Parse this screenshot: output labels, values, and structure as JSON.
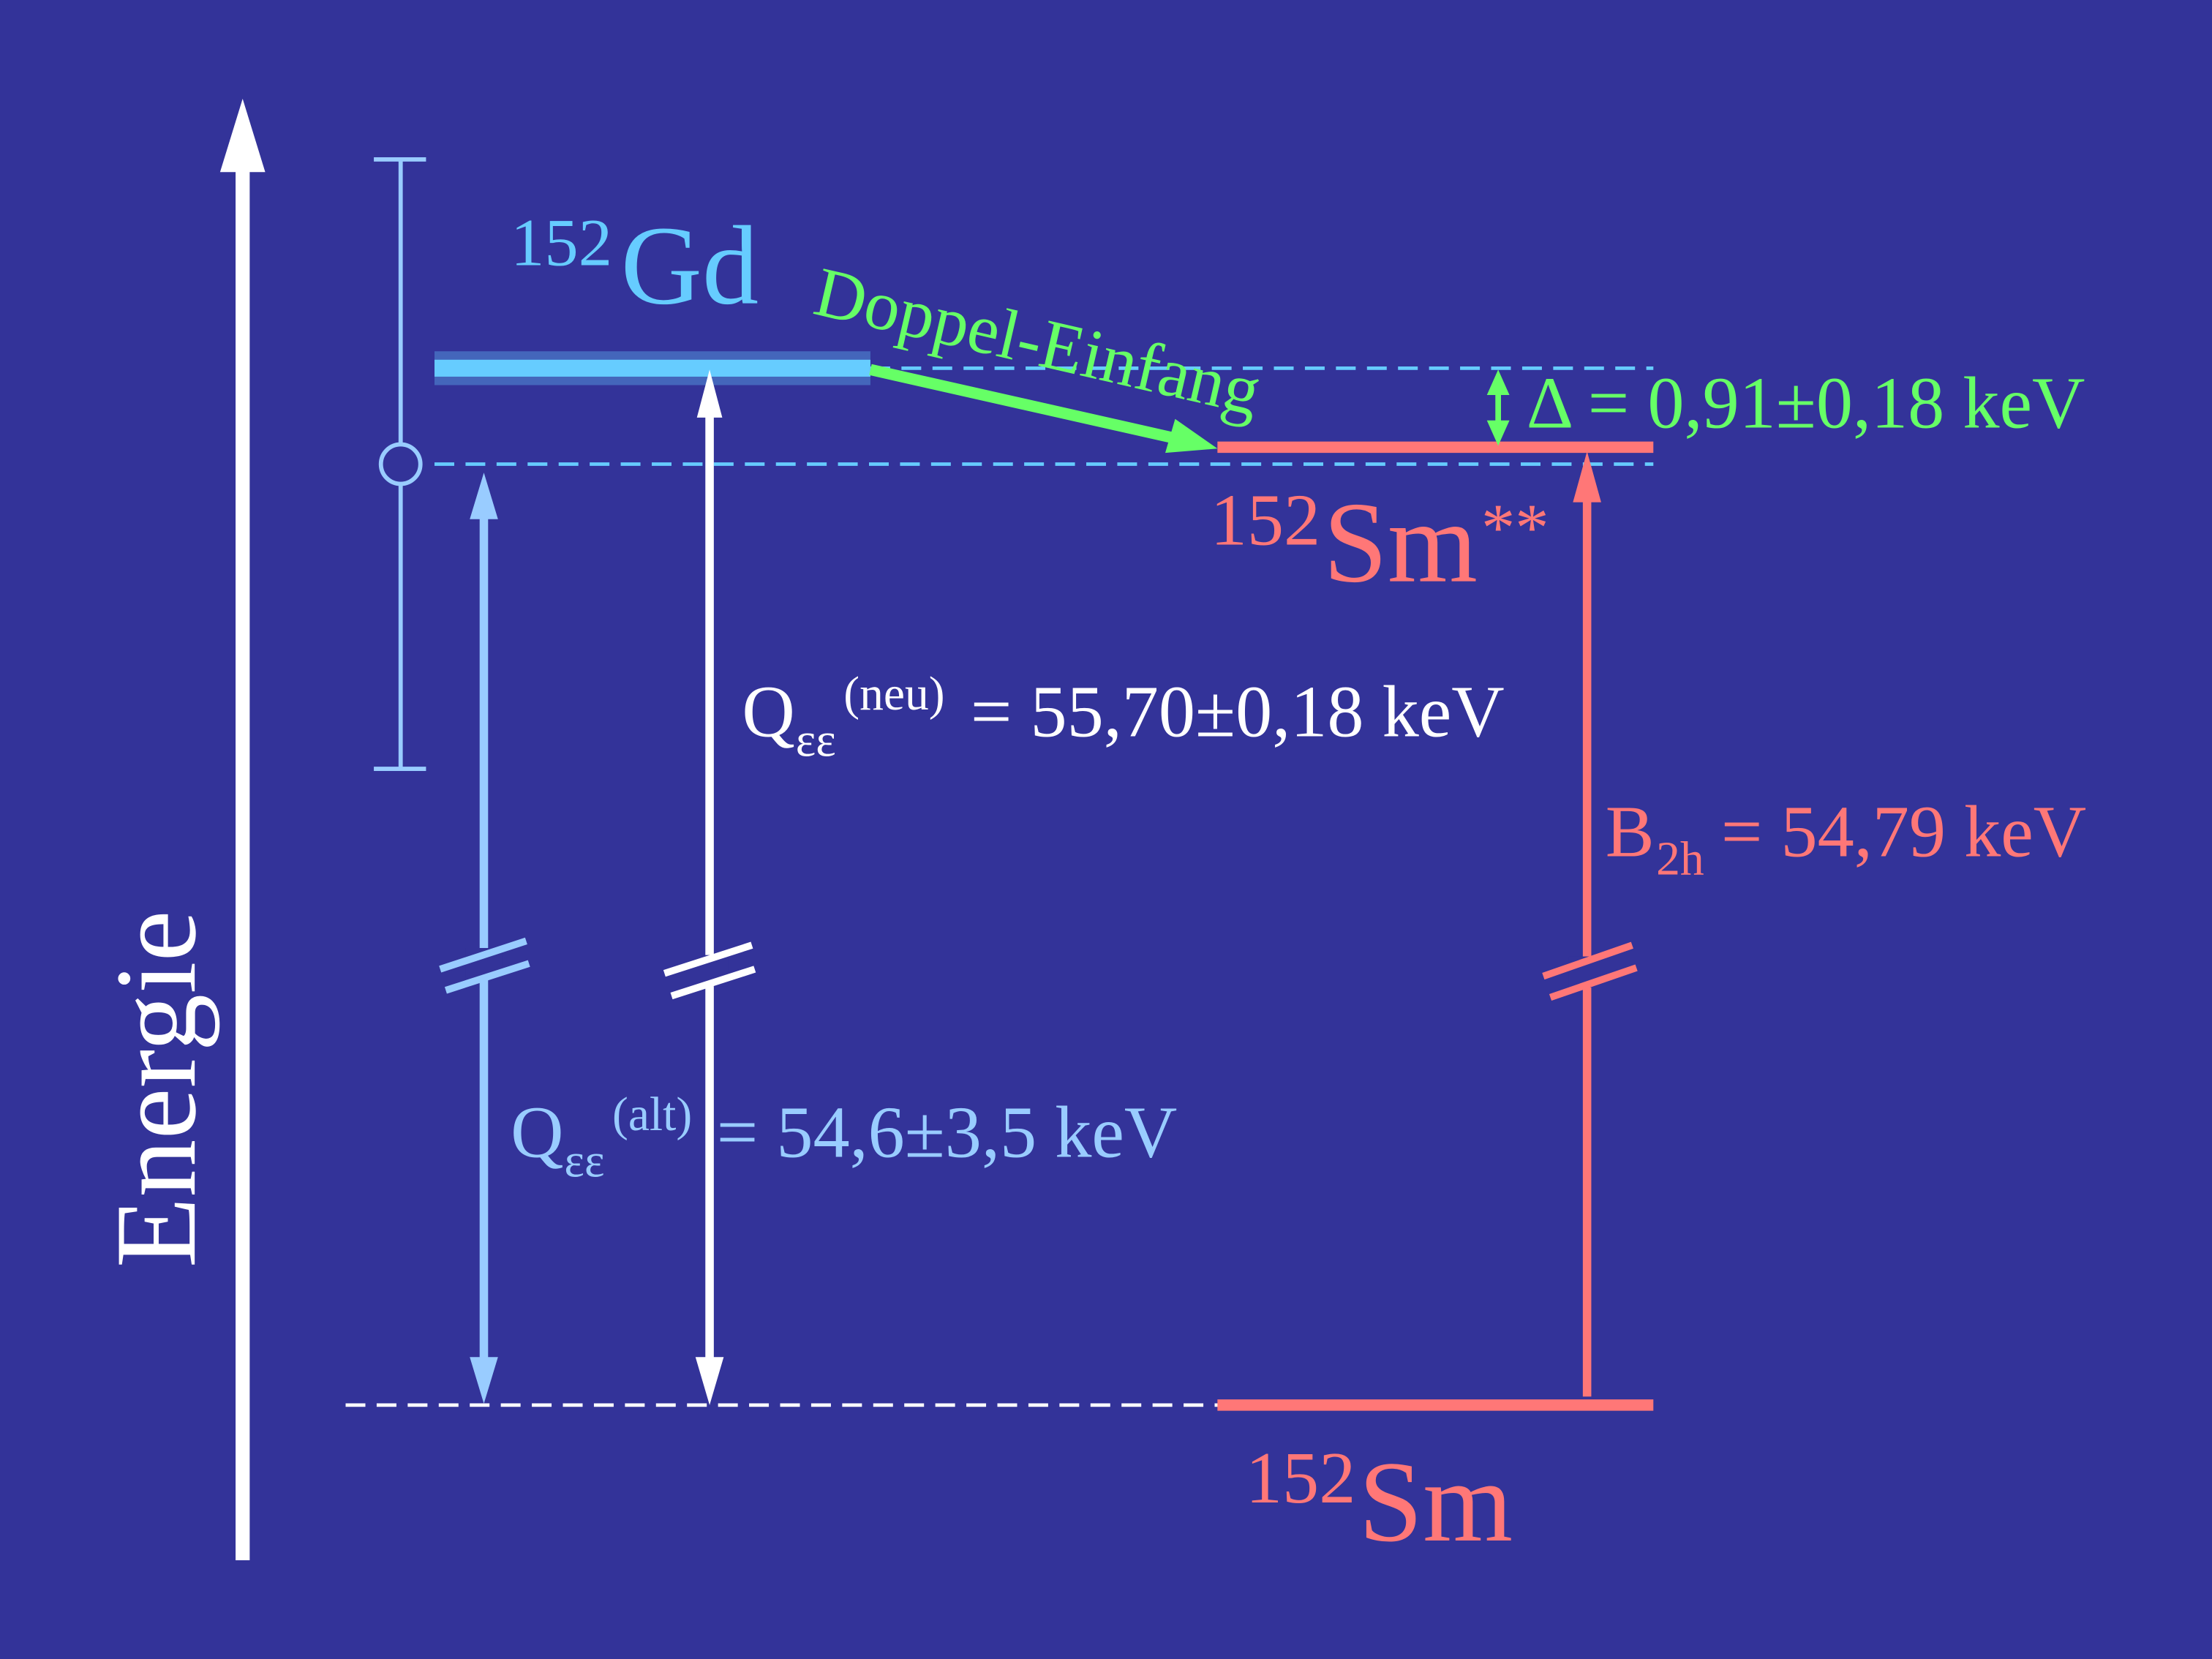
{
  "colors": {
    "background": "#333399",
    "gd": "#66ccff",
    "transition": "#66ff66",
    "sm": "#ff7777",
    "q_old": "#99ccff",
    "q_new": "#ffffff"
  },
  "axis": {
    "label": "Energie"
  },
  "gd": {
    "mass": "152",
    "symbol": "Gd"
  },
  "transition": {
    "label": "Doppel-Einfang"
  },
  "delta": {
    "text": "Δ = 0,91±0,18 keV"
  },
  "sm_excited": {
    "mass": "152",
    "symbol": "Sm",
    "mark": "**"
  },
  "sm_ground": {
    "mass": "152",
    "symbol": "Sm"
  },
  "q_new": {
    "symbol": "Q",
    "sub": "εε",
    "sup": "(neu)",
    "value": "= 55,70±0,18 keV"
  },
  "q_old": {
    "symbol": "Q",
    "sub": "εε",
    "sup": "(alt)",
    "value": "= 54,6±3,5 keV"
  },
  "binding": {
    "symbol": "B",
    "sub": "2h",
    "value": "= 54,79 keV"
  }
}
